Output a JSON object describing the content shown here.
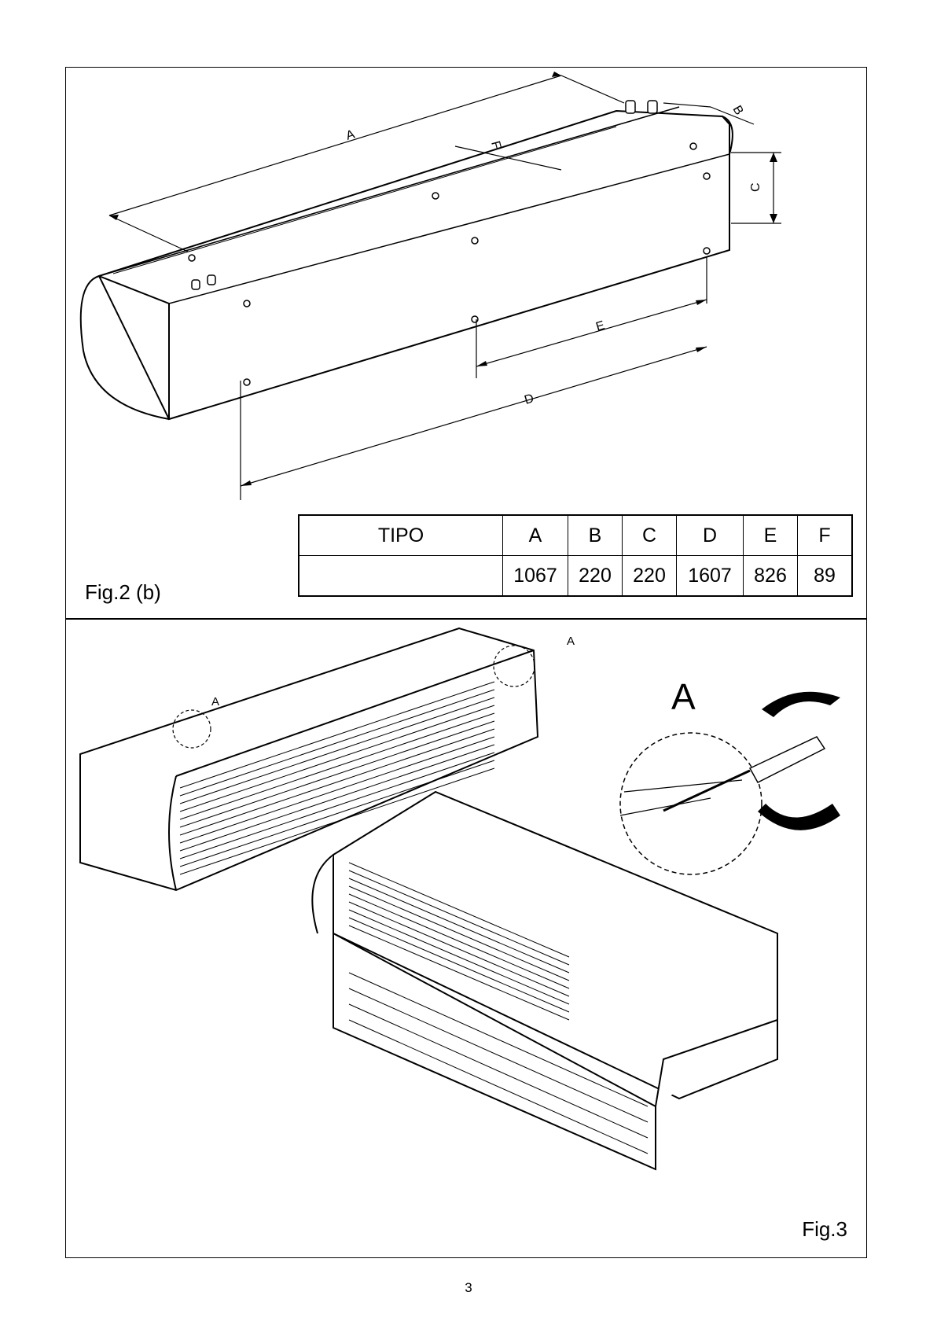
{
  "fig2": {
    "label": "Fig.2 (b)",
    "dimension_letters": [
      "A",
      "B",
      "C",
      "D",
      "E",
      "F"
    ],
    "table": {
      "header": [
        "TIPO",
        "A",
        "B",
        "C",
        "D",
        "E",
        "F"
      ],
      "row": [
        "",
        "1067",
        "220",
        "220",
        "1607",
        "826",
        "89"
      ]
    }
  },
  "fig3": {
    "label": "Fig.3",
    "detail_marker": "A",
    "detail_title": "A"
  },
  "page_number": "3"
}
